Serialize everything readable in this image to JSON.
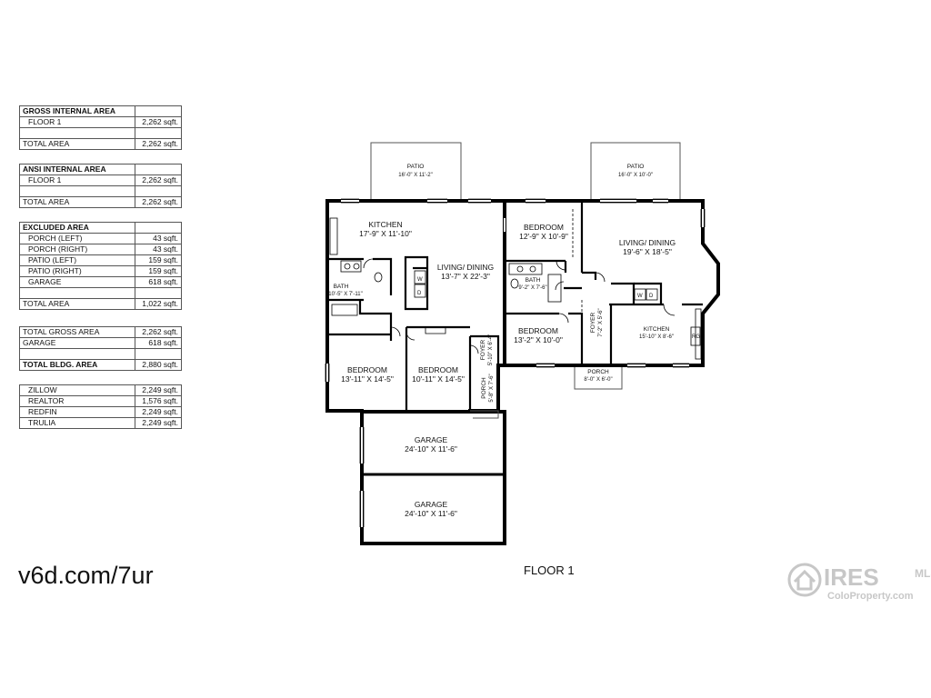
{
  "tables": {
    "gross": {
      "header": "GROSS INTERNAL AREA",
      "floor_label": "FLOOR 1",
      "floor_value": "2,262 sqft.",
      "total_label": "TOTAL AREA",
      "total_value": "2,262 sqft."
    },
    "ansi": {
      "header": "ANSI INTERNAL AREA",
      "floor_label": "FLOOR 1",
      "floor_value": "2,262 sqft.",
      "total_label": "TOTAL AREA",
      "total_value": "2,262 sqft."
    },
    "excluded": {
      "header": "EXCLUDED AREA",
      "rows": [
        {
          "label": "PORCH (LEFT)",
          "value": "43 sqft."
        },
        {
          "label": "PORCH (RIGHT)",
          "value": "43 sqft."
        },
        {
          "label": "PATIO (LEFT)",
          "value": "159 sqft."
        },
        {
          "label": "PATIO (RIGHT)",
          "value": "159 sqft."
        },
        {
          "label": "GARAGE",
          "value": "618 sqft."
        }
      ],
      "total_label": "TOTAL AREA",
      "total_value": "1,022 sqft."
    },
    "summary": {
      "gross_label": "TOTAL GROSS AREA",
      "gross_value": "2,262 sqft.",
      "garage_label": "GARAGE",
      "garage_value": "618 sqft.",
      "bldg_label": "TOTAL BLDG. AREA",
      "bldg_value": "2,880 sqft."
    },
    "sources": [
      {
        "label": "ZILLOW",
        "value": "2,249 sqft."
      },
      {
        "label": "REALTOR",
        "value": "1,576 sqft."
      },
      {
        "label": "REDFIN",
        "value": "2,249 sqft."
      },
      {
        "label": "TRULIA",
        "value": "2,249 sqft."
      }
    ]
  },
  "footer": {
    "url": "v6d.com/7ur",
    "floor_label": "FLOOR 1",
    "watermark_brand": "IRES",
    "watermark_mls": "MLS",
    "watermark_site": "ColoProperty.com"
  },
  "rooms": {
    "patio_left": {
      "name": "PATIO",
      "dim": "16'-0\" X 11'-2\""
    },
    "patio_right": {
      "name": "PATIO",
      "dim": "16'-0\" X 10'-0\""
    },
    "kitchen_left": {
      "name": "KITCHEN",
      "dim": "17'-9\" X 11'-10\""
    },
    "living_left": {
      "name": "LIVING/ DINING",
      "dim": "13'-7\" X 22'-3\""
    },
    "bath_left": {
      "name": "BATH",
      "dim": "10'-5\" X 7'-11\""
    },
    "bedroom_1": {
      "name": "BEDROOM",
      "dim": "13'-11\" X 14'-5\""
    },
    "bedroom_2": {
      "name": "BEDROOM",
      "dim": "10'-11\" X 14'-5\""
    },
    "foyer_left": {
      "name": "FOYER",
      "dim": "5'-10\" X 6'-4\""
    },
    "porch_left": {
      "name": "PORCH",
      "dim": "5'-8\" X 7'-6\""
    },
    "garage_1": {
      "name": "GARAGE",
      "dim": "24'-10\" X 11'-6\""
    },
    "garage_2": {
      "name": "GARAGE",
      "dim": "24'-10\" X 11'-6\""
    },
    "bedroom_3": {
      "name": "BEDROOM",
      "dim": "12'-9\" X 10'-9\""
    },
    "bath_right": {
      "name": "BATH",
      "dim": "9'-2\" X 7'-6\""
    },
    "bedroom_4": {
      "name": "BEDROOM",
      "dim": "13'-2\" X 10'-0\""
    },
    "foyer_right": {
      "name": "FOYER",
      "dim": "7'-2\" X 5'-6\""
    },
    "living_right": {
      "name": "LIVING/ DINING",
      "dim": "19'-6\" X 18'-5\""
    },
    "kitchen_right": {
      "name": "KITCHEN",
      "dim": "15'-10\" X 8'-6\""
    },
    "porch_right": {
      "name": "PORCH",
      "dim": "8'-0\" X 6'-0\""
    }
  },
  "appliance_marks": {
    "washer": "W",
    "dryer": "D",
    "fridge": "RG"
  }
}
